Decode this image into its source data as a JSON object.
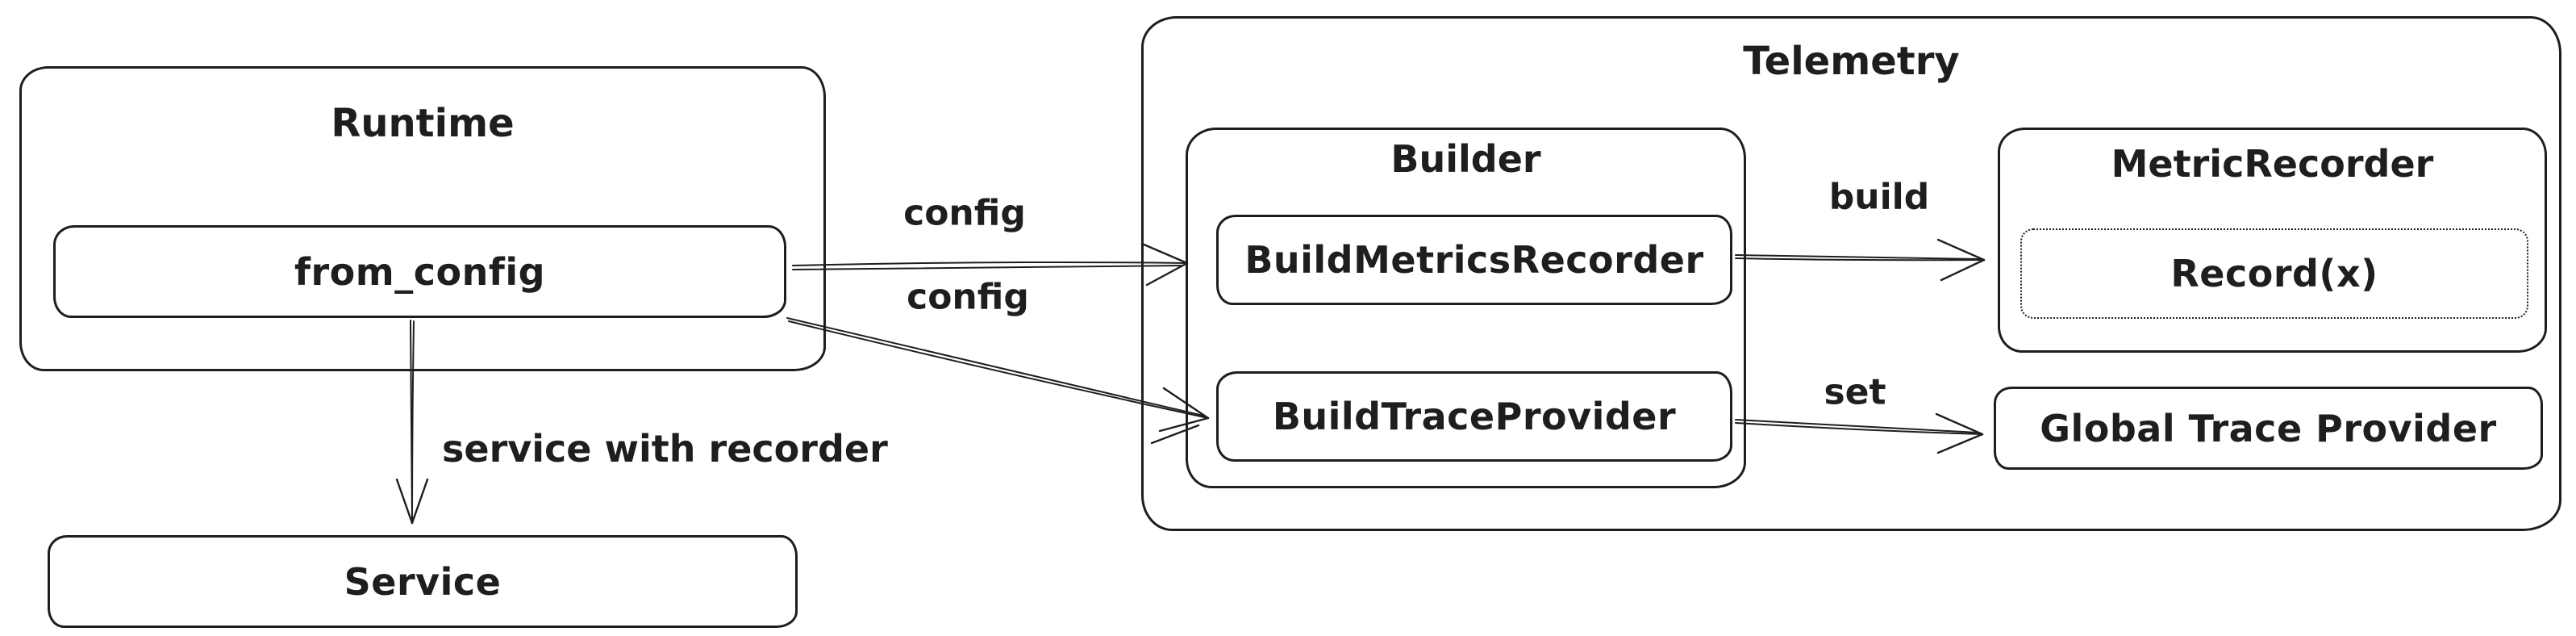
{
  "diagram": {
    "colors": {
      "stroke": "#1e1e1e",
      "background": "#ffffff"
    },
    "nodes": {
      "runtime": {
        "label": "Runtime"
      },
      "from_config": {
        "label": "from_config"
      },
      "service": {
        "label": "Service"
      },
      "telemetry": {
        "label": "Telemetry"
      },
      "builder": {
        "label": "Builder"
      },
      "build_metrics_recorder": {
        "label": "BuildMetricsRecorder"
      },
      "build_trace_provider": {
        "label": "BuildTraceProvider"
      },
      "metric_recorder": {
        "label": "MetricRecorder"
      },
      "record": {
        "label": "Record(x)"
      },
      "global_trace_provider": {
        "label": "Global Trace Provider"
      }
    },
    "edges": {
      "config_to_metrics": {
        "label": "config",
        "from": "from_config",
        "to": "build_metrics_recorder"
      },
      "config_to_trace": {
        "label": "config",
        "from": "from_config",
        "to": "build_trace_provider"
      },
      "build": {
        "label": "build",
        "from": "build_metrics_recorder",
        "to": "metric_recorder"
      },
      "set": {
        "label": "set",
        "from": "build_trace_provider",
        "to": "global_trace_provider"
      },
      "service_with_recorder": {
        "label": "service with recorder",
        "from": "from_config",
        "to": "service"
      }
    }
  }
}
